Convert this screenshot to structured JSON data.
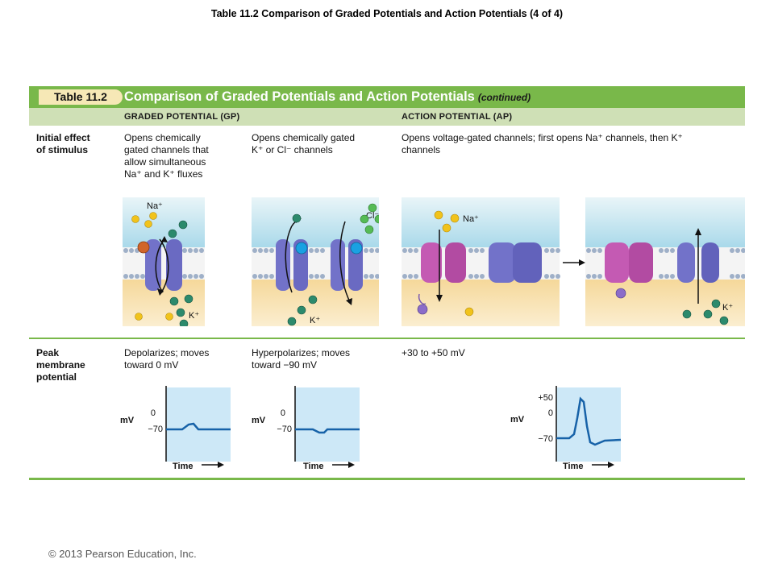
{
  "page": {
    "title": "Table 11.2 Comparison of Graded Potentials and Action Potentials (4 of 4)",
    "copyright": "© 2013 Pearson Education, Inc."
  },
  "table": {
    "badge": "Table 11.2",
    "title": "Comparison of Graded Potentials and Action Potentials",
    "title_suffix": "(continued)",
    "col_gp": "GRADED POTENTIAL (GP)",
    "col_ap": "ACTION POTENTIAL (AP)",
    "rows": {
      "initial_effect": {
        "label_line1": "Initial effect",
        "label_line2": "of stimulus",
        "gp1": [
          "Opens chemically",
          "gated channels that",
          "allow simultaneous",
          "Na⁺ and K⁺ fluxes"
        ],
        "gp2": [
          "Opens chemically gated",
          "K⁺ or Cl⁻ channels"
        ],
        "ap": [
          "Opens voltage-gated channels; first opens Na⁺ channels, then K⁺",
          "channels"
        ]
      },
      "peak_potential": {
        "label_line1": "Peak",
        "label_line2": "membrane",
        "label_line3": "potential",
        "gp1": [
          "Depolarizes; moves",
          "toward 0 mV"
        ],
        "gp2": [
          "Hyperpolarizes; moves",
          "toward −90 mV"
        ],
        "ap": [
          "+30 to +50 mV"
        ]
      }
    }
  },
  "diagrams": {
    "gp1": {
      "ion_top": "Na⁺",
      "ion_bottom": "K⁺"
    },
    "gp2": {
      "ion_top": "Cl⁻",
      "ion_bottom": "K⁺"
    },
    "ap1": {
      "ion_top": "Na⁺"
    },
    "ap2": {
      "ion_bottom": "K⁺"
    }
  },
  "graphs": {
    "gp1": {
      "ylabel": "mV",
      "ticks": [
        "0",
        "−70"
      ],
      "xlabel": "Time"
    },
    "gp2": {
      "ylabel": "mV",
      "ticks": [
        "0",
        "−70"
      ],
      "xlabel": "Time"
    },
    "ap": {
      "ylabel": "mV",
      "ticks": [
        "+50",
        "0",
        "−70"
      ],
      "xlabel": "Time"
    }
  },
  "colors": {
    "header_green": "#79b84a",
    "subheader_green": "#cfe0b6",
    "badge_bg": "#f6e8b6",
    "graph_bg": "#cde8f7",
    "trace_blue": "#1762a8",
    "membrane_top": "#b7e0ec",
    "membrane_bottom": "#f7e1a9",
    "channel_purple": "#7070c8",
    "channel_pink": "#c45ab3",
    "ion_yellow": "#f1c31b",
    "ion_green": "#2c8a6c",
    "ion_lightgreen": "#55bb55",
    "ion_blue": "#1aa1e2",
    "ion_orange": "#d1652a"
  }
}
